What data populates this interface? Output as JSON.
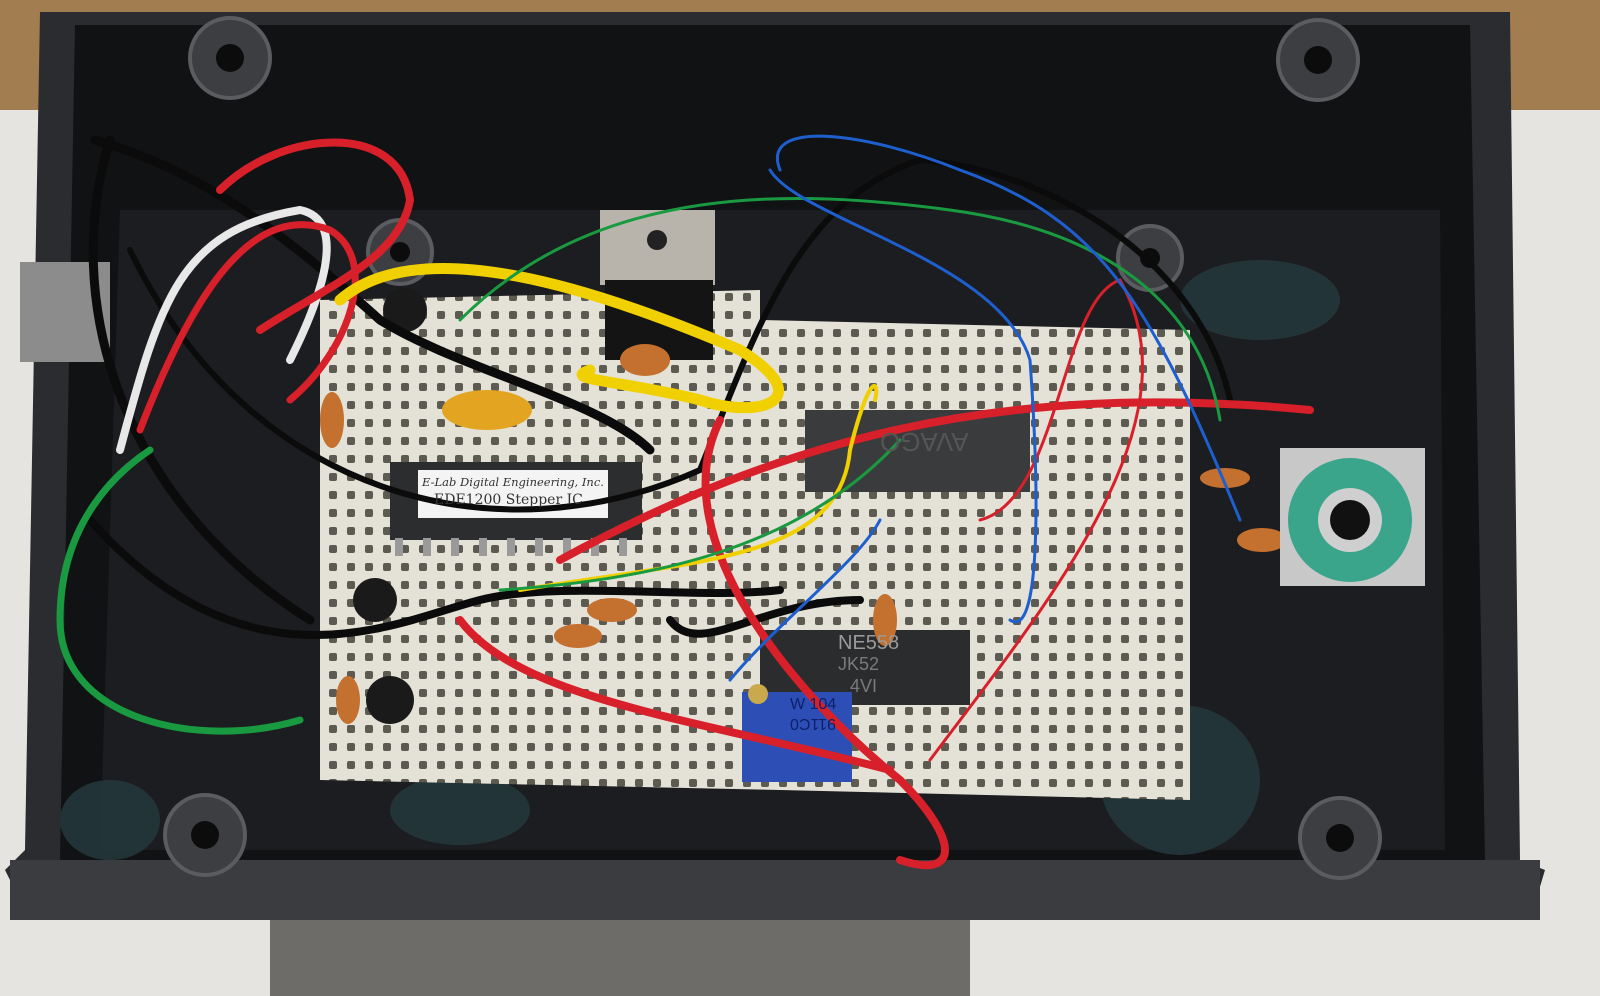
{
  "scene": {
    "description_tags": [
      "stepper-controller-circuit",
      "project-enclosure",
      "perfboard"
    ],
    "colors": {
      "enclosure": "#141516",
      "perfboard": "#e4e1d6",
      "wood": "#a27d4f",
      "wire_red": "#d8202a",
      "wire_yellow": "#f0d000",
      "wire_green": "#1a9a40",
      "wire_blue": "#1e5fd0",
      "wire_black": "#0b0b0b",
      "wire_white": "#e8e8e8",
      "trimpot_blue": "#2d4fb5",
      "encoder_green": "#3aa58a"
    }
  },
  "chips": {
    "stepper_ic": {
      "label_line1": "E-Lab Digital Engineering, Inc.",
      "label_line2": "EDE1200 Stepper IC"
    },
    "optocoupler": {
      "logo": "AVAGO"
    },
    "timer_ic": {
      "line1": "NE558",
      "line2": "JK52",
      "line3": "4VI"
    }
  },
  "trimpot": {
    "line1": "W 104",
    "line2": "911C0"
  }
}
